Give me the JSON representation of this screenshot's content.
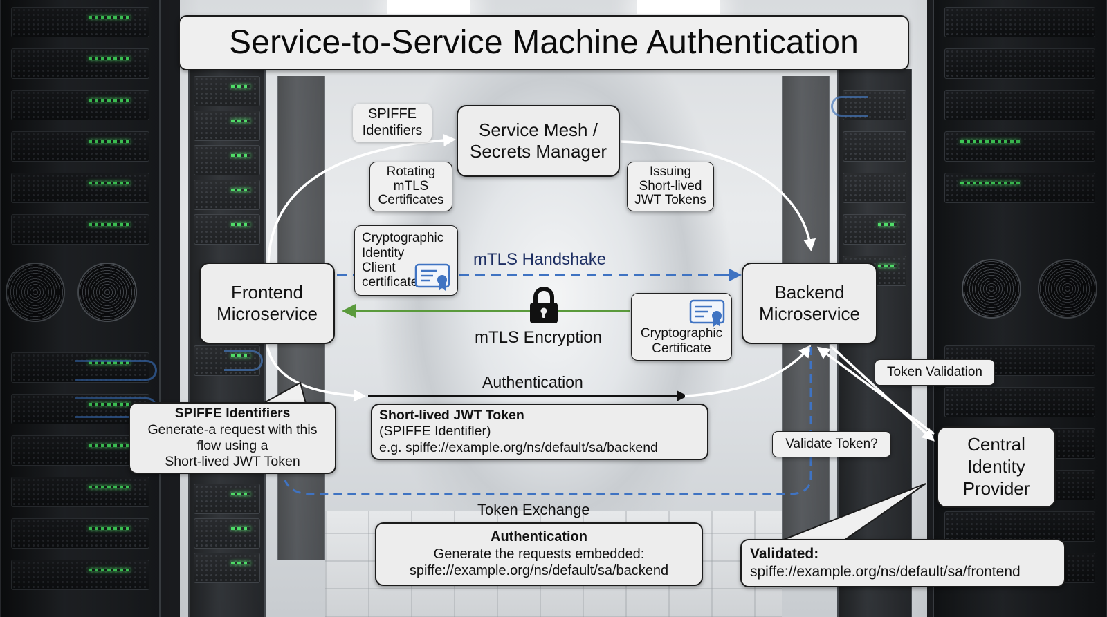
{
  "title": "Service-to-Service Machine Authentication",
  "nodes": {
    "service_mesh": {
      "line1": "Service Mesh /",
      "line2": "Secrets Manager"
    },
    "frontend": {
      "line1": "Frontend",
      "line2": "Microservice"
    },
    "backend": {
      "line1": "Backend",
      "line2": "Microservice"
    },
    "idp": {
      "line1": "Central",
      "line2": "Identity",
      "line3": "Provider"
    }
  },
  "tags": {
    "spiffe_identifiers": {
      "line1": "SPIFFE",
      "line2": "Identifiers"
    },
    "rotating_mtls": {
      "line1": "Rotating",
      "line2": "mTLS",
      "line3": "Certificates"
    },
    "issuing_jwt": {
      "line1": "Issuing",
      "line2": "Short-lived",
      "line3": "JWT Tokens"
    },
    "client_cert": {
      "line1": "Cryptographic",
      "line2": "Identity",
      "line3": "Client",
      "line4": "certificate"
    },
    "server_cert": {
      "line1": "Cryptographic",
      "line2": "Certificate"
    },
    "token_validation": "Token Validation",
    "validate_token": "Validate Token?"
  },
  "edges": {
    "mtls_handshake": "mTLS Handshake",
    "mtls_encryption": "mTLS Encryption",
    "authentication": "Authentication",
    "token_exchange": "Token Exchange"
  },
  "callouts": {
    "spiffe_request": {
      "heading": "SPIFFE Identifiers",
      "line1": "Generate-a request with this",
      "line2": "flow using a",
      "line3": "Short-lived JWT Token"
    },
    "jwt_token": {
      "heading": "Short-lived JWT Token",
      "line1": "(SPIFFE Identifler)",
      "line2": "e.g. spiffe://example.org/ns/default/sa/backend"
    },
    "auth_request": {
      "heading": "Authentication",
      "line1": "Generate the requests embedded:",
      "line2": "spiffe://example.org/ns/default/sa/backend"
    },
    "validated": {
      "heading": "Validated:",
      "line1": "spiffe://example.org/ns/default/sa/frontend"
    }
  },
  "icons": {
    "lock": "lock-icon",
    "certificate": "certificate-icon"
  },
  "colors": {
    "handshake_line": "#3f73c2",
    "encryption_line": "#5a9a3c",
    "handshake_text": "#1e2f63",
    "flow_arrow": "#ffffff",
    "auth_arrow": "#111111"
  }
}
